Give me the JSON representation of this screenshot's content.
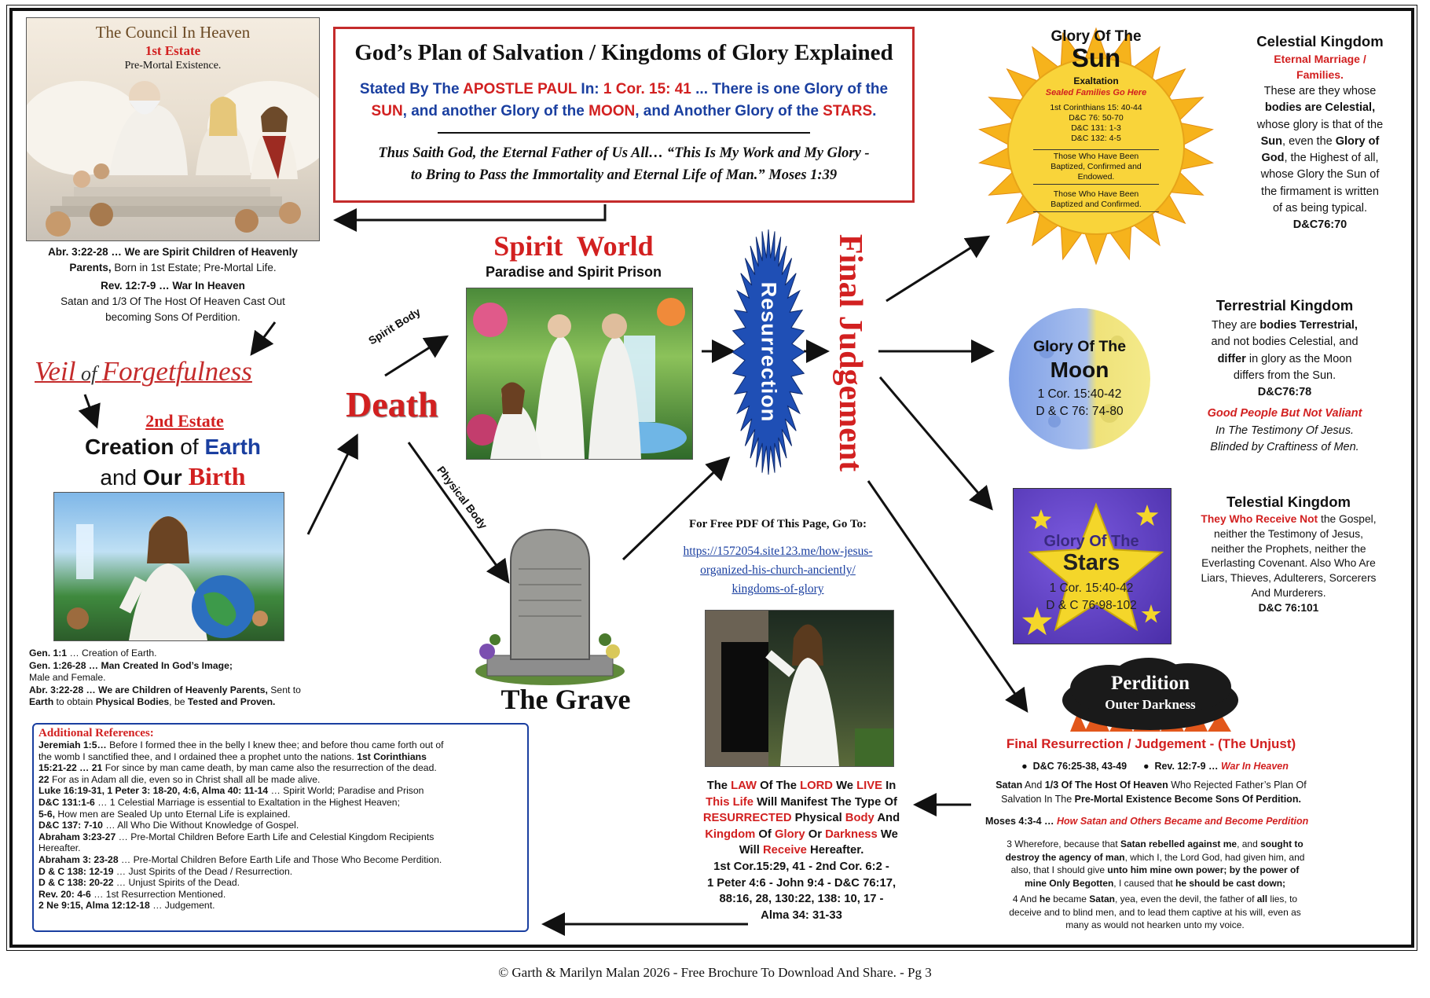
{
  "colors": {
    "accent_red": "#d22020",
    "accent_blue": "#1a3fa0",
    "sun": "#f7c41a",
    "moon": "#9bb7ee",
    "stars_bg": "#5b3bc4",
    "star": "#f4d62a"
  },
  "header": {
    "title": "God’s Plan of Salvation / Kingdoms of Glory Explained",
    "line1_a": "Stated By The ",
    "line1_b": "APOSTLE PAUL",
    "line1_c": " In: ",
    "line1_d": "1 Cor. 15: 41",
    "line1_e": " ... There is one Glory of the",
    "line2_a": "SUN",
    "line2_b": ", and another Glory of the ",
    "line2_c": "MOON",
    "line2_d": ", and Another Glory of the ",
    "line2_e": "STARS",
    "line2_f": ".",
    "quote1": "Thus Saith God, the Eternal Father of Us All…  “This Is My Work and My Glory -",
    "quote2": "to Bring to Pass the Immortality and Eternal Life of Man.” Moses 1:39"
  },
  "council": {
    "title": "The Council In Heaven",
    "estate": "1st Estate",
    "subtitle": "Pre-Mortal Existence.",
    "ref1_a": "Abr. 3:22-28 … We are Spirit Children of Heavenly",
    "ref1_b": "Parents,",
    "ref1_c": " Born in 1st Estate; Pre-Mortal Life.",
    "ref2": "Rev. 12:7-9 … War In Heaven",
    "ref3": "Satan and 1/3 Of The Host Of Heaven Cast Out",
    "ref4": "becoming Sons Of Perdition."
  },
  "veil": {
    "text_a": "Veil",
    "text_b": " of ",
    "text_c": "Forgetfulness"
  },
  "second_estate": {
    "estate": "2nd Estate",
    "line1_a": "Creation",
    "line1_b": " of ",
    "line1_c": "Earth",
    "line2_a": "and ",
    "line2_b": "Our",
    "line2_c": " Birth",
    "refs": [
      {
        "a": "Gen. 1:1",
        "b": " … Creation of Earth."
      },
      {
        "a": "Gen. 1:26-28 … Man Created In God’s Image;",
        "b": ""
      },
      {
        "a": "",
        "b": "Male and Female."
      },
      {
        "a": "Abr. 3:22-28 … We are Children of Heavenly Parents,",
        "b": " Sent to"
      }
    ],
    "ref_last_a": "Earth",
    "ref_last_b": " to obtain ",
    "ref_last_c": "Physical Bodies",
    "ref_last_d": ", be ",
    "ref_last_e": "Tested and Proven."
  },
  "death": {
    "label": "Death",
    "spirit_body": "Spirit Body",
    "physical_body": "Physical Body"
  },
  "spirit_world": {
    "title": "Spirit  World",
    "subtitle": "Paradise and Spirit Prison"
  },
  "grave": {
    "title": "The Grave"
  },
  "resurrection": {
    "label": "Resurrection"
  },
  "final_judgement": {
    "label": "Final Judgement"
  },
  "pdf": {
    "lead": "For Free PDF Of This Page, Go To:",
    "url1": "https://1572054.site123.me/how-jesus-",
    "url2": "organized-his-church-anciently/",
    "url3": "kingdoms-of-glory"
  },
  "law": {
    "l1_a": "The ",
    "l1_b": "LAW",
    "l1_c": " Of The ",
    "l1_d": "LORD",
    "l1_e": " We ",
    "l1_f": "LIVE",
    "l1_g": " In",
    "l2_a": "This Life",
    "l2_b": " Will Manifest The Type Of",
    "l3_a": "RESURRECTED",
    "l3_b": " Physical ",
    "l3_c": "Body",
    "l3_d": " And",
    "l4_a": "Kingdom",
    "l4_b": " Of ",
    "l4_c": "Glory",
    "l4_d": " Or ",
    "l4_e": "Darkness",
    "l4_f": " We",
    "l5_a": "Will ",
    "l5_b": "Receive",
    "l5_c": " Hereafter.",
    "refs": [
      "1st Cor.15:29, 41 - 2nd Cor. 6:2 -",
      "1 Peter 4:6 - John 9:4 - D&C 76:17,",
      "88:16, 28, 130:22, 138: 10, 17 -",
      "Alma 34: 31-33"
    ]
  },
  "sun": {
    "title1": "Glory Of The",
    "title2": "Sun",
    "exaltation": "Exaltation",
    "sealed": "Sealed Families Go Here",
    "refs": [
      "1st Corinthians 15: 40-44",
      "D&C 76: 50-70",
      "D&C 131: 1-3",
      "D&C 132: 4-5"
    ],
    "baptized1": [
      "Those Who Have Been",
      "Baptized, Confirmed and",
      "Endowed."
    ],
    "baptized2": [
      "Those Who Have Been",
      "Baptized and Confirmed."
    ]
  },
  "celestial": {
    "title": "Celestial Kingdom",
    "sub1": "Eternal Marriage /",
    "sub2": "Families.",
    "lines": [
      [
        "These are they whose",
        ""
      ],
      [
        "",
        "bodies are Celestial,"
      ],
      [
        "whose glory is that of the",
        ""
      ],
      [
        "",
        "Sun",
        ", even the ",
        "Glory of"
      ],
      [
        "",
        "God",
        ", the Highest of all,"
      ],
      [
        "whose Glory the Sun of",
        ""
      ],
      [
        "the firmament is written",
        ""
      ],
      [
        "of as being typical.",
        ""
      ]
    ],
    "ref": "D&C76:70"
  },
  "moon": {
    "title1": "Glory Of The",
    "title2": "Moon",
    "ref1": "1 Cor. 15:40-42",
    "ref2": "D & C 76: 74-80"
  },
  "terrestrial": {
    "title": "Terrestrial Kingdom",
    "l1_a": "They are ",
    "l1_b": "bodies Terrestrial,",
    "l2": "and not bodies Celestial, and",
    "l3_a": "differ",
    "l3_b": " in glory as the Moon",
    "l4": "differs from the Sun.",
    "ref": "D&C76:78",
    "valiant": "Good People But Not Valiant",
    "valiant2": "In The Testimony Of Jesus.",
    "valiant3": "Blinded by Craftiness of Men."
  },
  "stars": {
    "title1": "Glory Of The",
    "title2": "Stars",
    "ref1": "1 Cor. 15:40-42",
    "ref2": "D & C 76:98-102"
  },
  "telestial": {
    "title": "Telestial Kingdom",
    "l1_a": "They Who Receive Not",
    "l1_b": " the Gospel,",
    "lines": [
      "neither the Testimony of Jesus,",
      "neither the Prophets, neither the",
      "Everlasting Covenant. Also Who Are",
      "Liars, Thieves, Adulterers, Sorcerers",
      "And Murderers."
    ],
    "ref": "D&C 76:101"
  },
  "perdition": {
    "title": "Perdition",
    "subtitle": "Outer Darkness",
    "heading": "Final Resurrection / Judgement - (The Unjust)",
    "bullet1": "D&C 76:25-38, 43-49",
    "bullet2_a": "Rev. 12:7-9 … ",
    "bullet2_b": "War In Heaven",
    "s1_a": "Satan",
    "s1_b": " And ",
    "s1_c": "1/3 Of The Host Of Heaven",
    "s1_d": " Who Rejected Father’s Plan Of",
    "s2_a": "Salvation In The ",
    "s2_b": "Pre-Mortal Existence Become Sons Of Perdition.",
    "moses_a": "Moses 4:3-4 … ",
    "moses_b": "How Satan and Others Became and Become Perdition",
    "v3": [
      [
        "3 Wherefore, because that ",
        "Satan rebelled against me",
        ", and ",
        "sought to"
      ],
      [
        "",
        "destroy the agency of man",
        ", which I, the Lord God, had given him, and",
        ""
      ],
      [
        "also, that I should give ",
        "unto him mine own power; by the power of",
        "",
        ""
      ],
      [
        "",
        "mine Only Begotten",
        ", I caused that ",
        "he should be cast down;"
      ]
    ],
    "v4": [
      [
        "4 And ",
        "he",
        " became ",
        "Satan",
        ", yea, even the devil, the father of ",
        "all",
        " lies, to"
      ],
      [
        "deceive and to blind men, and to lead them captive at his will,        even as",
        "",
        "",
        "",
        "",
        "",
        ""
      ],
      [
        "many as would not hearken unto my voice.",
        "",
        "",
        "",
        "",
        "",
        ""
      ]
    ]
  },
  "additional": {
    "heading": "Additional References:",
    "lines": [
      [
        "Jeremiah 1:5…",
        "   Before I formed thee in the belly I knew thee; and before thou came forth out of",
        ""
      ],
      [
        "",
        "the womb I sanctified thee, and I ordained thee a prophet unto the nations. ",
        "1st Corinthians"
      ],
      [
        "15:21-22 … 21",
        " For since by man came death, by man came also the resurrection of the dead.",
        ""
      ],
      [
        "22",
        " For as in Adam all die, even so in Christ shall all be made alive.",
        ""
      ],
      [
        "Luke 16:19-31, 1 Peter 3: 18-20, 4:6, Alma 40: 11-14",
        " … Spirit World; Paradise and Prison",
        ""
      ],
      [
        "D&C 131:1-6",
        " … 1 Celestial Marriage is essential to Exaltation in the Highest Heaven;",
        ""
      ],
      [
        "5-6,",
        " How men are Sealed Up unto Eternal Life is explained.",
        ""
      ],
      [
        "D&C 137: 7-10",
        " … All Who Die Without Knowledge of Gospel.",
        ""
      ],
      [
        "Abraham 3:23-27",
        " … Pre-Mortal Children Before Earth Life and Celestial Kingdom Recipients",
        ""
      ],
      [
        "",
        "Hereafter.",
        ""
      ],
      [
        "Abraham 3: 23-28",
        " … Pre-Mortal Children Before Earth Life and Those Who Become Perdition.",
        ""
      ],
      [
        "D & C 138: 12-19",
        " … Just Spirits of the Dead / Resurrection.",
        ""
      ],
      [
        "D & C 138: 20-22",
        " … Unjust Spirits of the Dead.",
        ""
      ],
      [
        "Rev. 20: 4-6",
        " … 1st Resurrection Mentioned.",
        ""
      ],
      [
        "2 Ne 9:15, Alma 12:12-18",
        " … Judgement.",
        ""
      ]
    ]
  },
  "footer": {
    "text": "©  Garth & Marilyn Malan  2026  -   Free Brochure To Download And Share. - Pg 3"
  }
}
